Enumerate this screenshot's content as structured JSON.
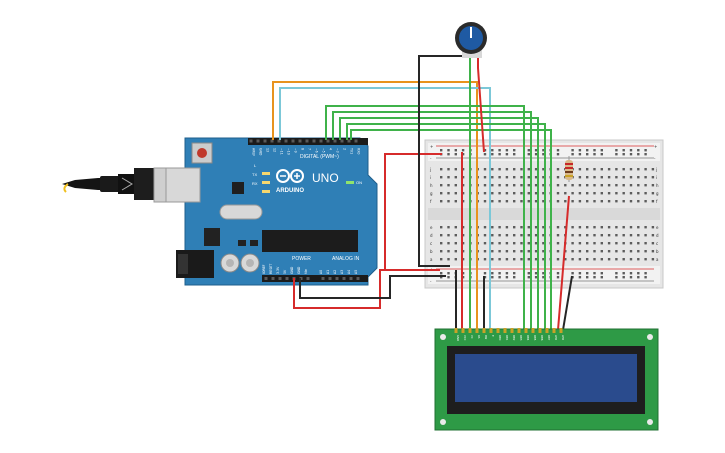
{
  "arduino": {
    "brand": "ARDUINO",
    "model": "UNO",
    "digital_label": "DIGITAL (PWM~)",
    "power_label": "POWER",
    "analog_label": "ANALOG IN",
    "tx_label": "TX",
    "rx_label": "RX",
    "l_label": "L",
    "on_label": "ON",
    "digital_pins": [
      "AREF",
      "GND",
      "13",
      "12",
      "~11",
      "~10",
      "~9",
      "8",
      "7",
      "~6",
      "~5",
      "4",
      "~3",
      "2",
      "TX1",
      "RX0"
    ],
    "power_pins": [
      "IOREF",
      "RESET",
      "3.3V",
      "5V",
      "GND",
      "GND",
      "Vin"
    ],
    "analog_pins": [
      "A0",
      "A1",
      "A2",
      "A3",
      "A4",
      "A5"
    ]
  },
  "breadboard": {
    "rail_plus": "+",
    "rail_minus": "-",
    "row_letters_top": [
      "j",
      "i",
      "h",
      "g",
      "f"
    ],
    "row_letters_bottom": [
      "e",
      "d",
      "c",
      "b",
      "a"
    ]
  },
  "lcd": {
    "pins": [
      "GND",
      "VCC",
      "V0",
      "RS",
      "RW",
      "E",
      "DB0",
      "DB1",
      "DB2",
      "DB3",
      "DB4",
      "DB5",
      "DB6",
      "DB7",
      "LED",
      "LED"
    ]
  },
  "colors": {
    "board": "#2f7fb6",
    "breadboard": "#e8e8e8",
    "lcd_pcb": "#2e9a46",
    "lcd_screen": "#2a4b8d",
    "wire_orange": "#e8931e",
    "wire_lightblue": "#7cc8d8",
    "wire_green": "#3fb24a",
    "wire_red": "#d62b2b",
    "wire_black": "#262626",
    "pot": "#1f5aa3"
  }
}
